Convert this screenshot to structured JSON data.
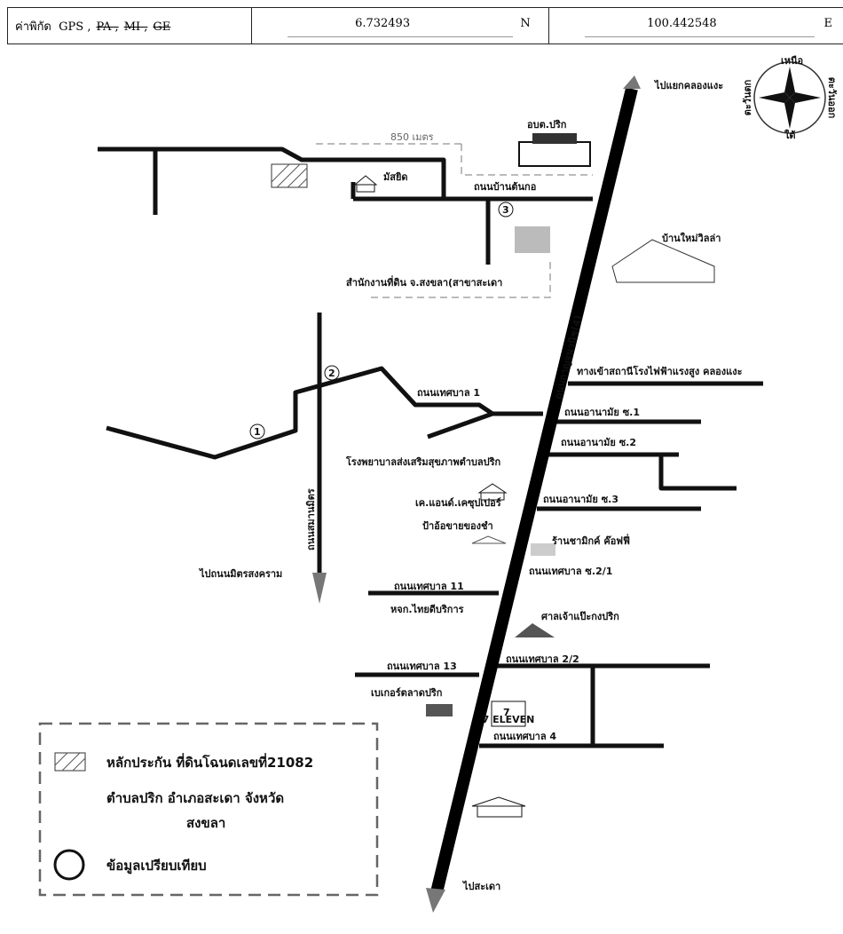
{
  "header": {
    "label": "ค่าพิกัด",
    "gps": "GPS ,",
    "struck": [
      "PA ,",
      "MI ,",
      "GE"
    ],
    "lat": "6.732493",
    "lat_dir": "N",
    "lon": "100.442548",
    "lon_dir": "E"
  },
  "compass": {
    "north": "เหนือ",
    "south": "ใต้",
    "east": "ตะวันออก",
    "west": "ตะวันตก"
  },
  "labels": {
    "to_khlong_nae": "ไปแยกคลองแงะ",
    "obt_prik": "อบต.ปริก",
    "dist_850": "850 เมตร",
    "mosque": "มัสยิด",
    "ban_ton_kho": "ถนนบ้านต้นกอ",
    "land_office": "สำนักงานที่ดิน จ.สงขลา(สาขาสะเดา",
    "ban_mai_villa": "บ้านใหม่วิลล่า",
    "main_road": "ถนนกาญจนวนิช(4)",
    "power_station": "ทางเข้าสถานีโรงไฟฟ้าแรงสูง คลองแงะ",
    "thetsaban1": "ถนนเทศบาล 1",
    "anamai1": "ถนนอานามัย ซ.1",
    "anamai2": "ถนนอานามัย ซ.2",
    "hospital": "โรงพยาบาลส่งเสริมสุขภาพตำบลปริก",
    "kk_super": "เค.แอนด์.เคซุปเปอร์",
    "pa_or": "ป้าอ้อขายของชำ",
    "anamai3": "ถนนอานามัย ซ.3",
    "cha_mik": "ร้านชามิกค์ ค๊อฟฟี่",
    "thetsaban21": "ถนนเทศบาล ซ.2/1",
    "sommit": "ถนนสมานมิตร",
    "to_mitr": "ไปถนนมิตรสงคราม",
    "thetsaban11": "ถนนเทศบาล 11",
    "thai_dee": "หจก.ไทยดีบริการ",
    "shrine": "ศาลเจ้าแป๊ะกงปริก",
    "thetsaban13": "ถนนเทศบาล 13",
    "thetsaban22": "ถนนเทศบาล 2/2",
    "bakery": "เบเกอร์ตลาดปริก",
    "seven": "7 ELEVEN",
    "thetsaban4": "ถนนเทศบาล 4",
    "to_sadao": "ไปสะเดา",
    "n1": "1",
    "n2": "2",
    "n3": "3"
  },
  "legend": {
    "collateral": "หลักประกัน ที่ดินโฉนดเลขที่21082",
    "location": "ตำบลปริก อำเภอสะเดา จังหวัด",
    "province": "สงขลา",
    "comparison": "ข้อมูลเปรียบเทียบ"
  }
}
